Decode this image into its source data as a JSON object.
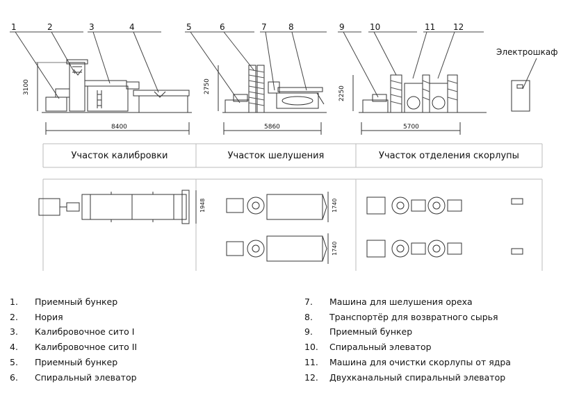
{
  "callouts": [
    "1",
    "2",
    "3",
    "4",
    "5",
    "6",
    "7",
    "8",
    "9",
    "10",
    "11",
    "12"
  ],
  "cabinet_label": "Электрошкаф",
  "dimensions": {
    "section1": {
      "height": "3100",
      "length": "8400"
    },
    "section2": {
      "height": "2750",
      "length": "5860"
    },
    "section3": {
      "height": "2250",
      "length": "5700"
    },
    "plan": {
      "width1": "1948",
      "width2a": "1740",
      "width2b": "1740"
    }
  },
  "sections": [
    "Участок калибровки",
    "Участок шелушения",
    "Участок отделения скорлупы"
  ],
  "legend": [
    {
      "num": "1.",
      "text": "Приемный бункер"
    },
    {
      "num": "2.",
      "text": "Нория"
    },
    {
      "num": "3.",
      "text": "Калибровочное сито I"
    },
    {
      "num": "4.",
      "text": "Калибровочное сито II"
    },
    {
      "num": "5.",
      "text": "Приемный бункер"
    },
    {
      "num": "6.",
      "text": "Спиральный элеватор"
    },
    {
      "num": "7.",
      "text": "Машина для шелушения ореха"
    },
    {
      "num": "8.",
      "text": "Транспортёр для возвратного сырья"
    },
    {
      "num": "9.",
      "text": "Приемный бункер"
    },
    {
      "num": "10.",
      "text": "Спиральный элеватор"
    },
    {
      "num": "11.",
      "text": "Машина для очистки скорлупы от ядра"
    },
    {
      "num": "12.",
      "text": "Двухканальный спиральный элеватор"
    }
  ]
}
